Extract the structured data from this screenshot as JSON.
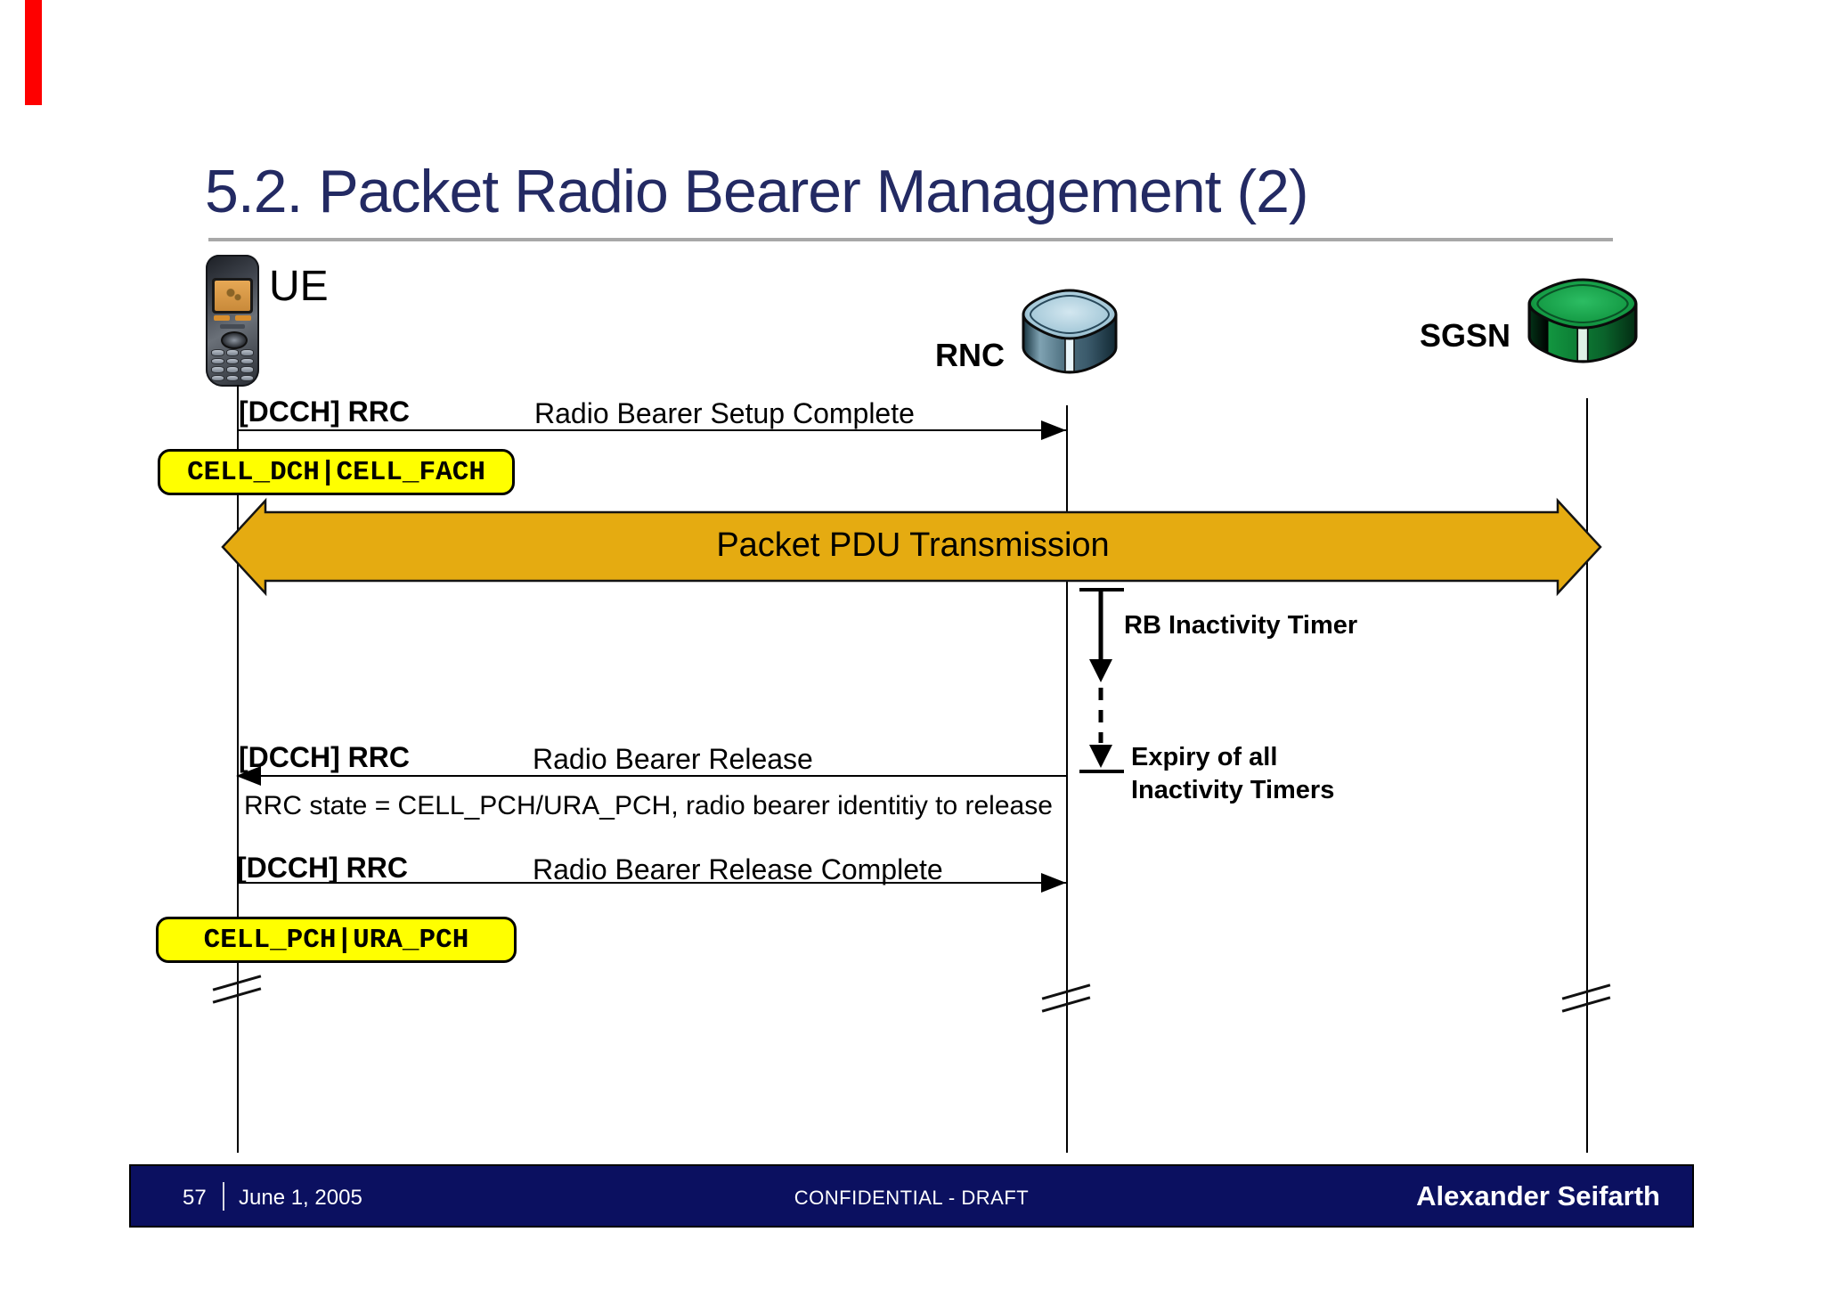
{
  "slide": {
    "title": "5.2. Packet Radio Bearer Management (2)"
  },
  "entities": {
    "ue_label": "UE",
    "rnc_label": "RNC",
    "sgsn_label": "SGSN"
  },
  "diagram": {
    "msg_setup": {
      "channel": "[DCCH] RRC",
      "label": "Radio Bearer Setup Complete"
    },
    "badge_dch_fach": "CELL_DCH|CELL_FACH",
    "pdu_banner_label": "Packet PDU Transmission",
    "timer_label": "RB Inactivity Timer",
    "expiry_line1": "Expiry of all",
    "expiry_line2": "Inactivity Timers",
    "msg_release": {
      "channel": "[DCCH] RRC",
      "label": "Radio Bearer Release",
      "note": "RRC state = CELL_PCH/URA_PCH, radio bearer identitiy to release"
    },
    "msg_release_complete": {
      "channel": "[DCCH] RRC",
      "label": "Radio Bearer Release Complete"
    },
    "badge_pch_urapch": "CELL_PCH|URA_PCH"
  },
  "footer": {
    "page_number": "57",
    "date": "June 1, 2005",
    "classification": "CONFIDENTIAL - DRAFT",
    "author": "Alexander Seifarth"
  },
  "colors": {
    "title_navy": "#232a63",
    "footer_navy": "#0b1060",
    "banner_gold": "#e5ab11",
    "badge_yellow": "#ffff00",
    "marker_red": "#fe0000",
    "rnc_cube_blue": "#9fc4d6",
    "sgsn_cube_green": "#169a43"
  }
}
